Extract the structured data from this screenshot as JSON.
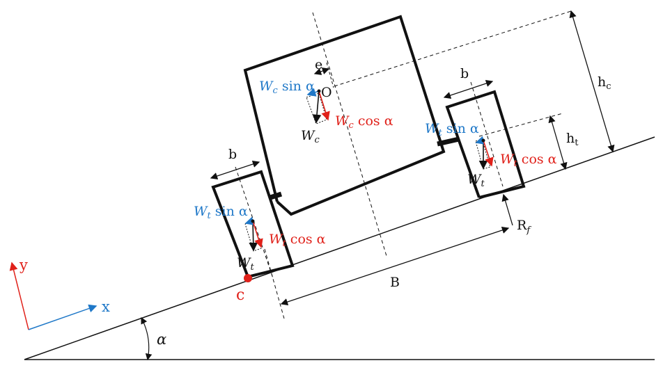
{
  "labels": {
    "hc": [
      "h",
      "c"
    ],
    "ht": [
      "h",
      "t"
    ],
    "rf": [
      "R",
      "f"
    ],
    "b_left": "b",
    "b_right": "b",
    "B": "B",
    "e": "e",
    "O": "O",
    "alpha": "α",
    "point_c": "c",
    "x_axis": "x",
    "y_axis": "y",
    "wc_sin": [
      "W",
      "c",
      " sin α"
    ],
    "wc_cos": [
      "W",
      "c",
      " cos α"
    ],
    "wc": [
      "W",
      "c"
    ],
    "wt_sin_right": [
      "W",
      "t",
      " sin α"
    ],
    "wt_cos_right": [
      "W",
      "t",
      " cos α"
    ],
    "wt_right": [
      "W",
      "t"
    ],
    "wt_sin_left": [
      "W",
      "t",
      " sin α"
    ],
    "wt_cos_left": [
      "W",
      "t",
      " cos α"
    ],
    "wt_left": [
      "W",
      "t"
    ]
  },
  "colors": {
    "blue": "#1f78c8",
    "red": "#e0211a",
    "black": "#111111"
  }
}
